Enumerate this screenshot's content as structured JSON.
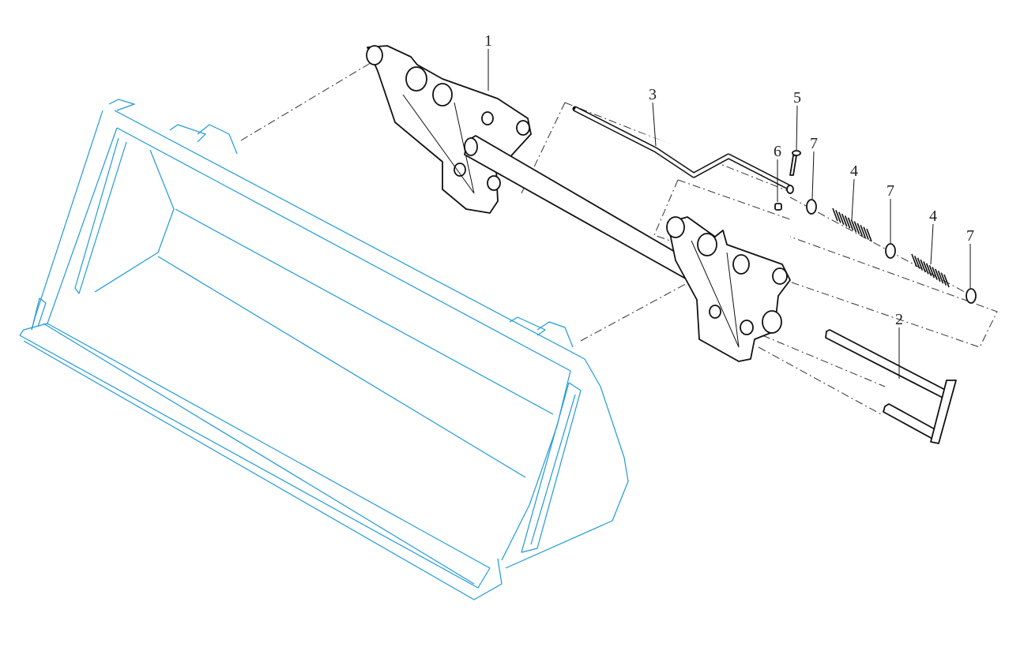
{
  "diagram": {
    "callouts": [
      {
        "id": "c1",
        "label": "1"
      },
      {
        "id": "c3",
        "label": "3"
      },
      {
        "id": "c5",
        "label": "5"
      },
      {
        "id": "c6",
        "label": "6"
      },
      {
        "id": "c7a",
        "label": "7"
      },
      {
        "id": "c4a",
        "label": "4"
      },
      {
        "id": "c7b",
        "label": "7"
      },
      {
        "id": "c4b",
        "label": "4"
      },
      {
        "id": "c7c",
        "label": "7"
      },
      {
        "id": "c2",
        "label": "2"
      }
    ],
    "colors": {
      "bucket": "#1f9ad8",
      "parts": "#111111"
    }
  }
}
